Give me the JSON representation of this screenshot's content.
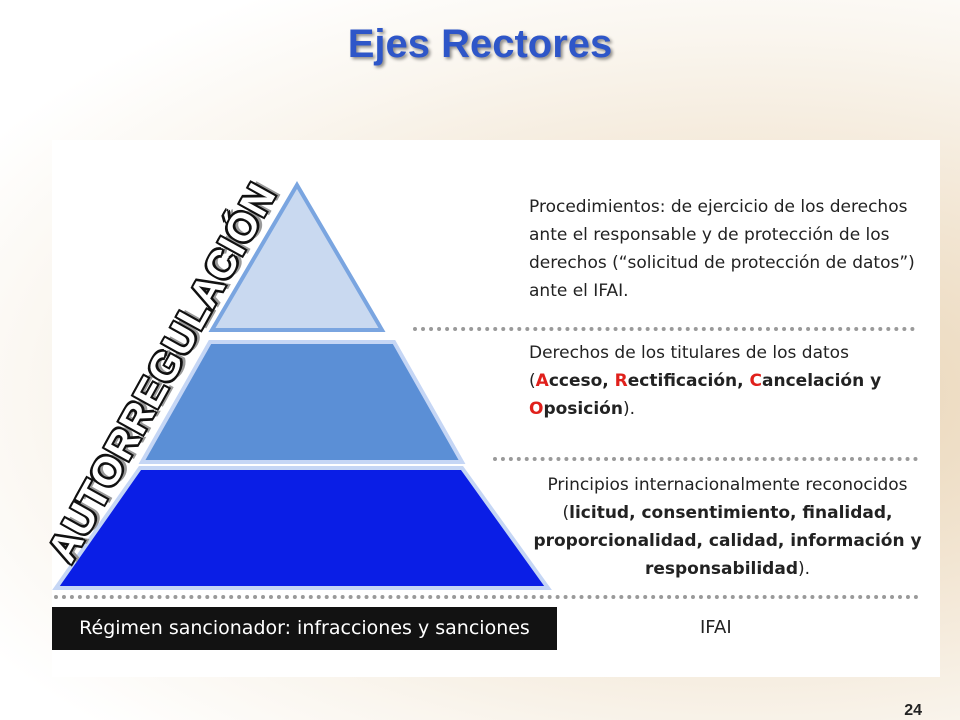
{
  "title": "Ejes Rectores",
  "slide_number": "24",
  "side_label": "AUTORREGULACIÓN",
  "levels": [
    {
      "text": "Procedimientos: de ejercicio de los derechos ante el responsable y de protección de los derechos (“solicitud de protección de datos”) ante el IFAI.",
      "color": "#c9d9f0"
    },
    {
      "text_open": "Derechos de los titulares de los datos (",
      "a_letter": "A",
      "a_rest": "cceso, ",
      "r_letter": "R",
      "r_rest": "ectificación, ",
      "c_letter": "C",
      "c_rest": "ancelación y ",
      "o_letter": "O",
      "o_rest": "posición",
      "text_close": ").",
      "color": "#5b8fd6"
    },
    {
      "text_open": "Principios internacionalmente reconocidos (",
      "principles": "licitud, consentimiento, finalidad, proporcionalidad, calidad, información y responsabilidad",
      "text_close": ").",
      "color": "#0a1ee6"
    }
  ],
  "base_left": "Régimen sancionador: infracciones y sanciones",
  "base_right": "IFAI",
  "colors": {
    "title": "#2e56c8",
    "highlight": "#e0201b"
  }
}
